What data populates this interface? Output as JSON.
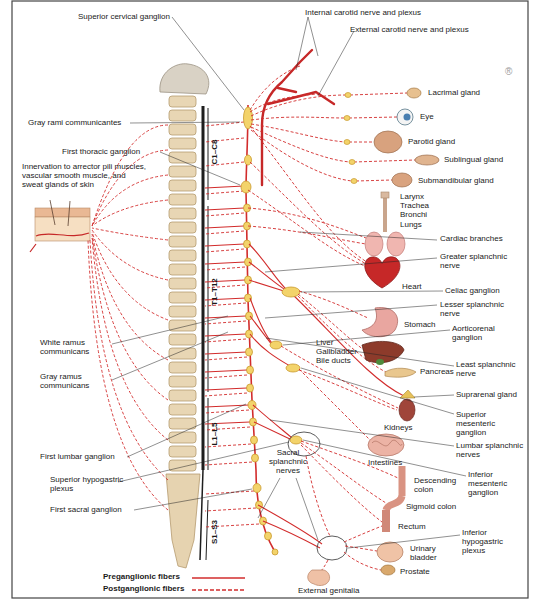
{
  "diagram": {
    "labels": [
      "Superior cervical ganglion",
      "Internal carotid nerve and plexus",
      "External carotid nerve and plexus",
      "®",
      "Lacrimal gland",
      "Eye",
      "Gray rami communicantes",
      "Parotid gland",
      "First thoracic ganglion",
      "Sublingual gland",
      "C1–C8",
      "Innervation to arrector pili muscles, vascular smooth muscle, and sweat glands of skin",
      "Submandibular gland",
      "Larynx Trachea Bronchi Lungs",
      "Cardiac branches",
      "Greater splanchnic nerve",
      "Heart",
      "Celiac ganglion",
      "T1–T12",
      "Lesser splanchnic nerve",
      "Stomach",
      "Aorticorenal ganglion",
      "Liver Gallbladder Bile ducts",
      "White ramus communicans",
      "Pancreas",
      "Least splanchnic nerve",
      "Gray ramus communicans",
      "Suprarenal gland",
      "Kidneys",
      "Superior mesenteric ganglion",
      "L1–L5",
      "Lumbar splanchnic nerves",
      "Sacral splanchnic nerves",
      "First lumbar ganglion",
      "Intestines",
      "Inferior mesenteric ganglion",
      "Superior hypogastric plexus",
      "Descending colon",
      "Sigmoid colon",
      "First sacral ganglion",
      "Rectum",
      "S1–S3",
      "Inferior hypogastric plexus",
      "Urinary bladder",
      "Prostate",
      "External genitalia"
    ],
    "legend": [
      {
        "text": "Preganglionic fibers"
      },
      {
        "text": "Postganglionic fibers"
      }
    ]
  }
}
